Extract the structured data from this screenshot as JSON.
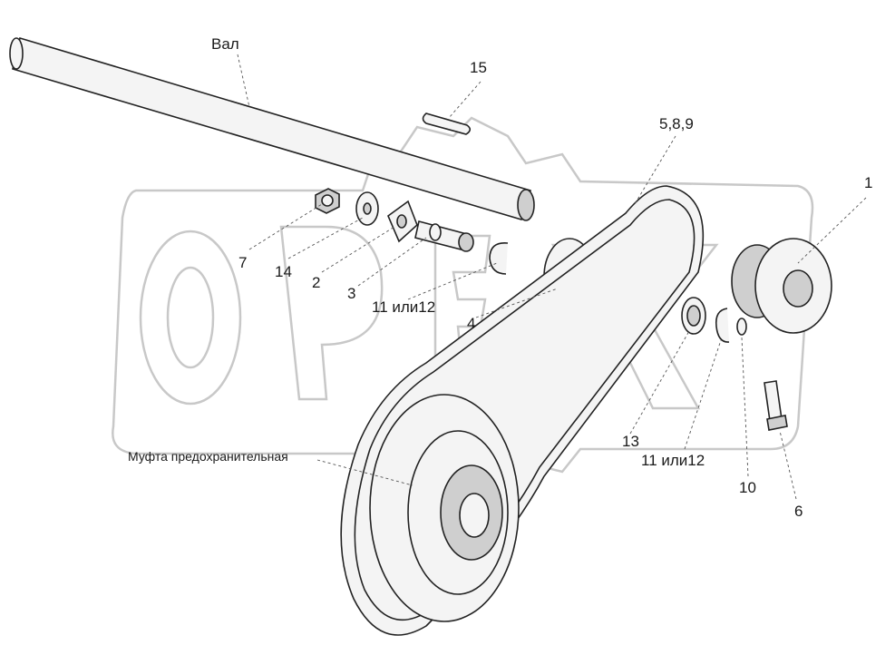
{
  "labels": {
    "shaft": "Вал",
    "coupling": "Муфта предохранительная",
    "p1": "1",
    "p2": "2",
    "p3": "3",
    "p4": "4",
    "p6": "6",
    "p7": "7",
    "p10": "10",
    "p13": "13",
    "p14": "14",
    "p15": "15",
    "p589": "5,8,9",
    "p1112a": "11 или12",
    "p1112b": "11 или12"
  },
  "watermark": {
    "text": "ОРЕХ",
    "color": "#c8c8c8"
  },
  "colors": {
    "line": "#222222",
    "fill": "#f4f4f4",
    "shade": "#cfcfcf"
  }
}
